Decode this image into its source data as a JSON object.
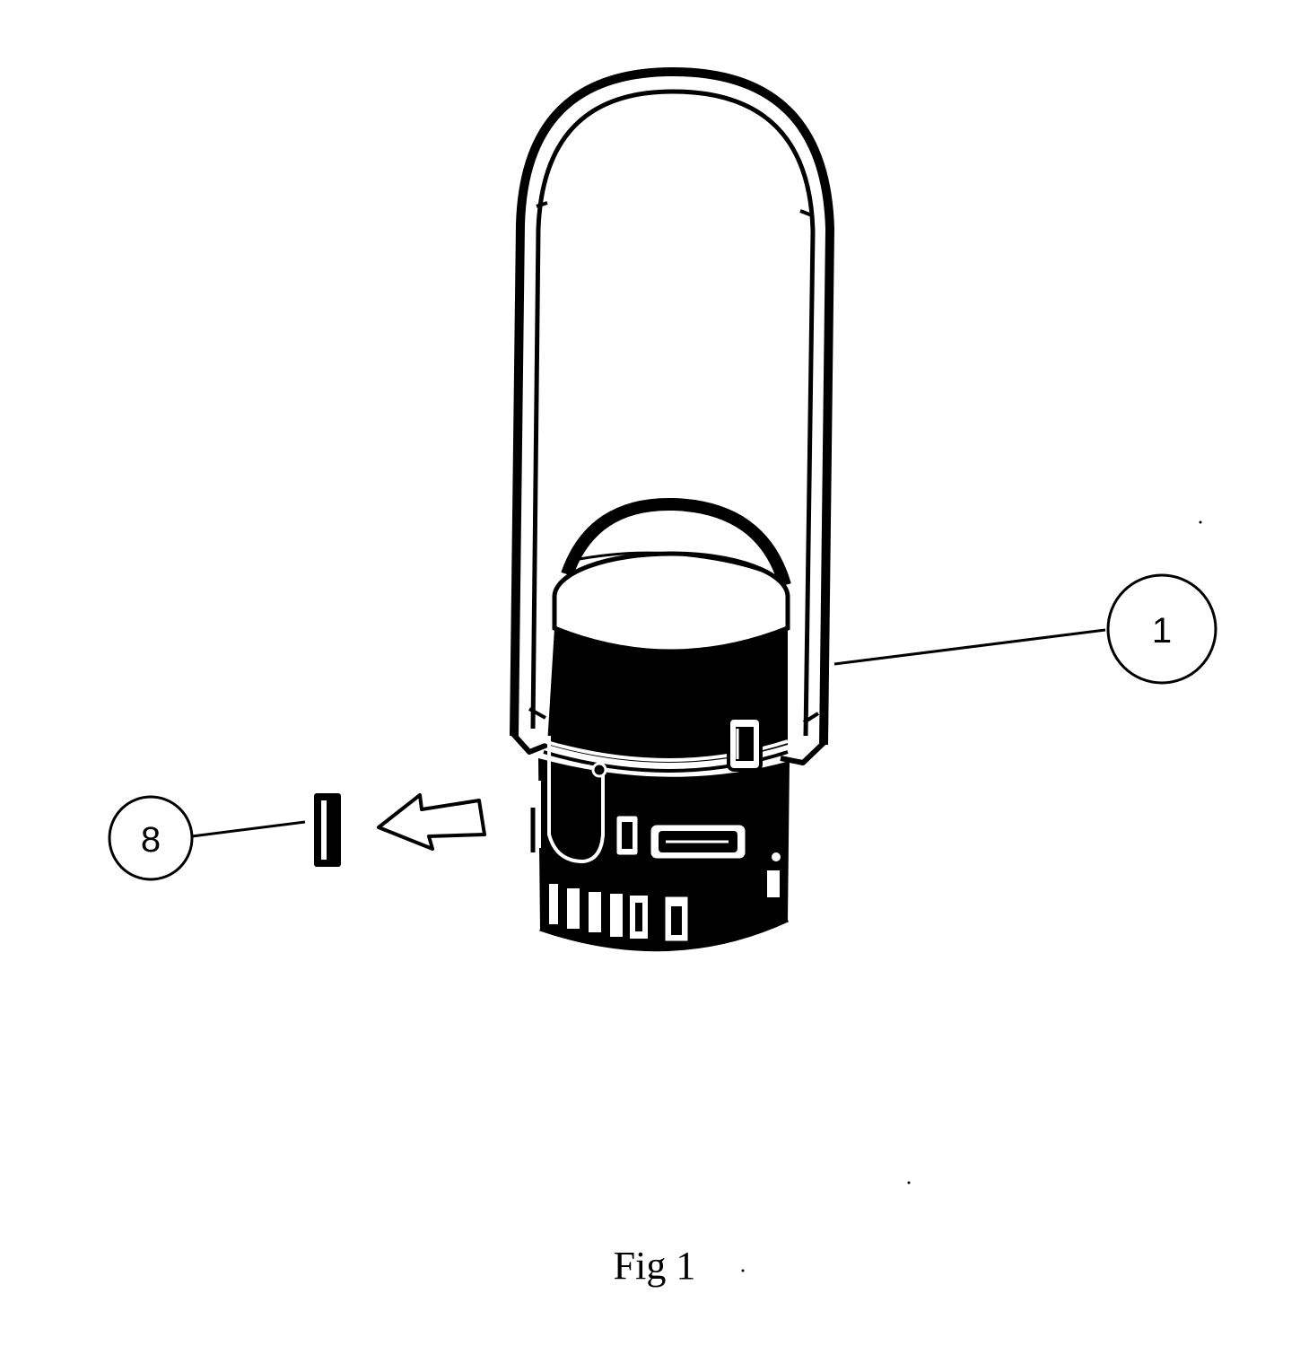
{
  "figure": {
    "callouts": [
      {
        "label": "1"
      },
      {
        "label": "8"
      }
    ],
    "caption": "Fig 1"
  },
  "colors": {
    "ink": "#000000",
    "paper": "#ffffff"
  }
}
